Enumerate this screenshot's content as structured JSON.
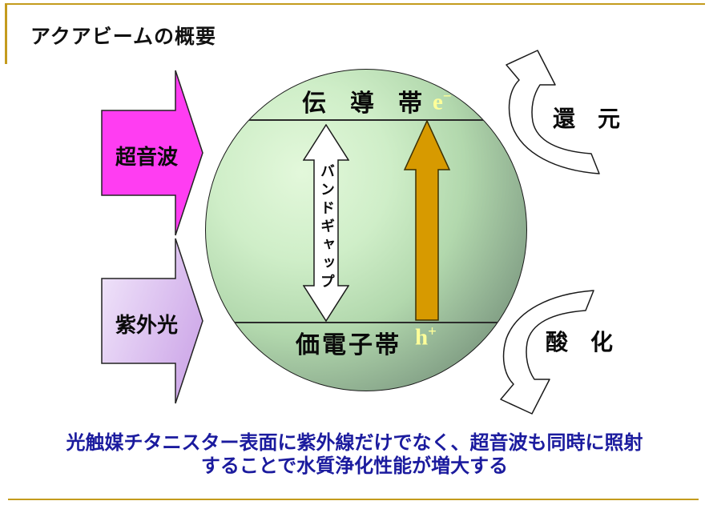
{
  "title": "アクアビームの概要",
  "colors": {
    "frame_gold": "#c49b1d",
    "sphere_light_green": "#e3f8db",
    "sphere_dark_green": "#657e69",
    "magenta": "#ff3df2",
    "uv_purple_light": "#f2e8fb",
    "uv_purple_dark": "#cfaae9",
    "orange": "#d79a00",
    "carrier_yellow": "#ffff99",
    "caption_blue": "#1b1b9e",
    "outline_black": "#1a1a1a",
    "arrow_white": "#ffffff"
  },
  "sphere": {
    "conduction_band": "伝　導　帯",
    "valence_band": "価電子帯",
    "band_gap": "バンドギャップ",
    "electron_base": "e",
    "electron_sup": "−",
    "hole_base": "h",
    "hole_sup": "+"
  },
  "inputs_left": {
    "ultrasound": "超音波",
    "uv_light": "紫外光"
  },
  "reactions_right": {
    "reduction": "還　元",
    "oxidation": "酸　化"
  },
  "caption": {
    "line1": "光触媒チタニスター表面に紫外線だけでなく、超音波も同時に照射",
    "line2": "することで水質浄化性能が増大する"
  }
}
